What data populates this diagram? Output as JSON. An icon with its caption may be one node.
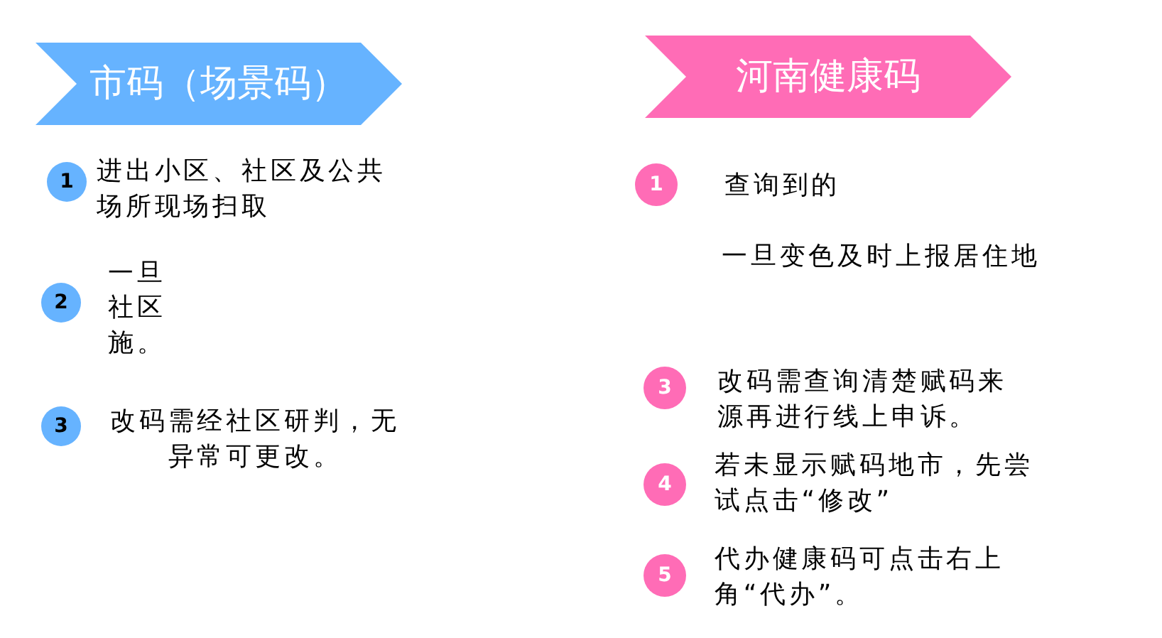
{
  "diagram": {
    "nodes": [
      {
        "text": [
          "市码（场景码）"
        ]
      },
      {
        "text": [
          "河南健康码"
        ]
      },
      {
        "text": [
          "1"
        ],
        "beside": [
          "进出小区、社区及公共场所现场扫取"
        ]
      },
      {
        "text": [
          "1"
        ],
        "beside": [
          "查询到的"
        ]
      },
      {
        "text": [
          "2"
        ],
        "beside": [
          "一旦",
          "社区",
          "施。"
        ]
      },
      {
        "text": [
          "3"
        ],
        "beside": [
          "改码需经社区研判，无异常可更改。"
        ]
      },
      {
        "text": [
          "3"
        ],
        "beside": [
          "改码需查询清楚赋码来源再进行线上申诉。"
        ]
      },
      {
        "text": [
          "4"
        ],
        "beside": [
          "若未显示赋码地市，先尝试点击“修改”"
        ]
      },
      {
        "text": [
          "5"
        ],
        "beside": [
          "代办健康码可点击右上角“代办”。"
        ]
      }
    ],
    "labels": [
      "一旦变色及时上报居住地"
    ]
  }
}
